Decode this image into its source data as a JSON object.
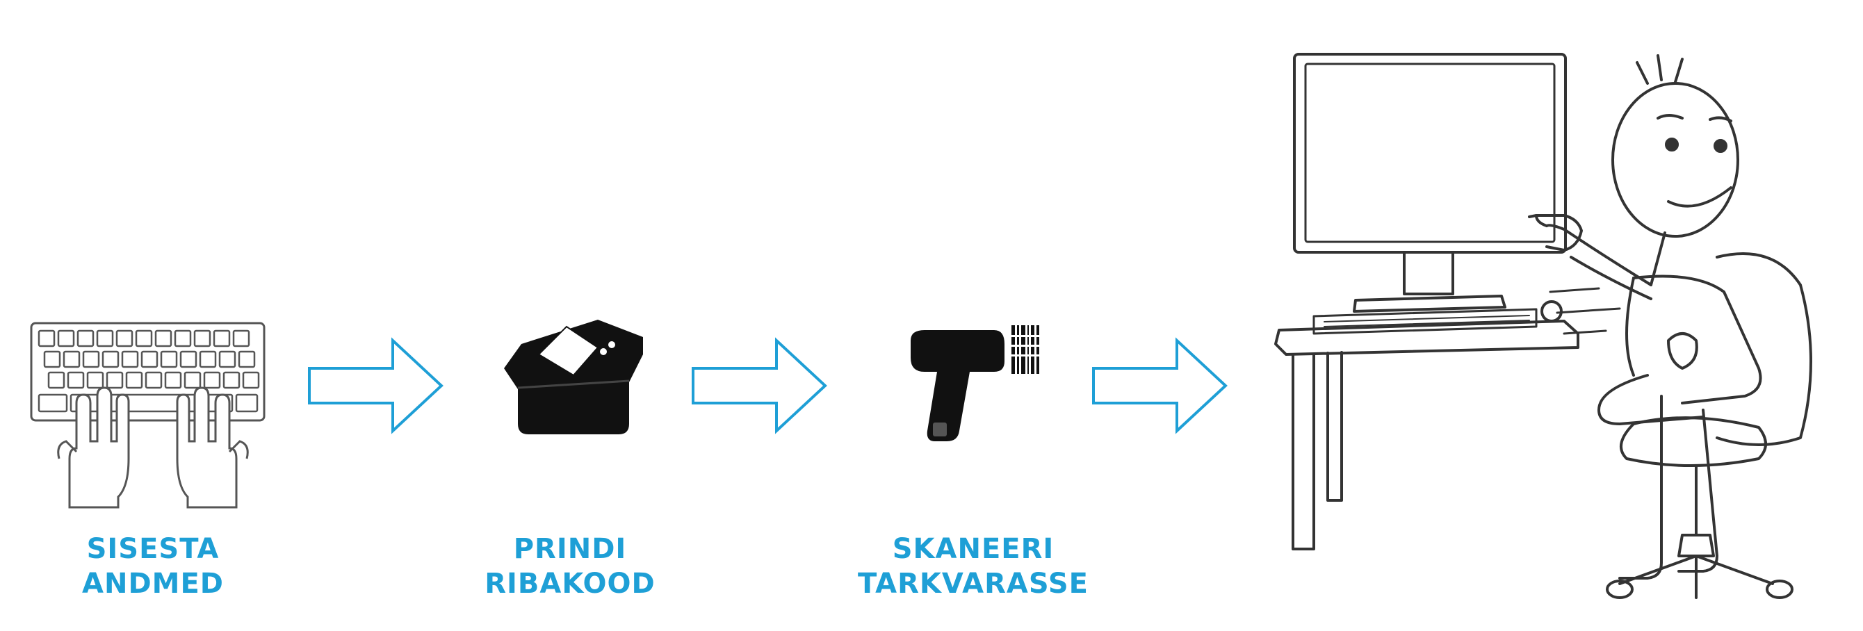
{
  "colors": {
    "accent": "#1e9fd6",
    "ink": "#111111",
    "line": "#333333"
  },
  "steps": [
    {
      "line1": "SISESTA",
      "line2": "ANDMED",
      "icon": "keyboard-with-hands-icon"
    },
    {
      "line1": "PRINDI",
      "line2": "RIBAKOOD",
      "icon": "receipt-printer-icon"
    },
    {
      "line1": "SKANEERI",
      "line2": "TARKVARASSE",
      "icon": "barcode-scanner-icon"
    }
  ],
  "illustration": "stick-figure-at-computer-desk"
}
